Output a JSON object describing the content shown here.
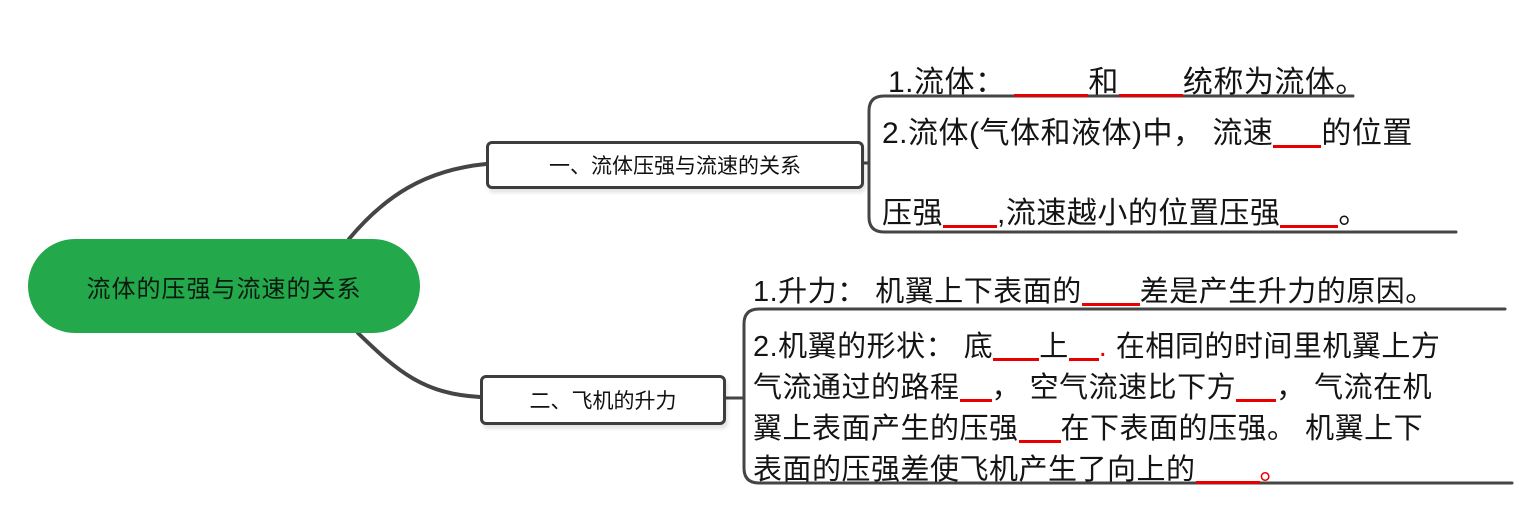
{
  "root": {
    "label": "流体的压强与流速的关系"
  },
  "branches": [
    {
      "label": "一、流体压强与流速的关系",
      "children": [
        {
          "lines": [
            [
              {
                "text": "1.流体： "
              },
              {
                "blank": 74
              },
              {
                "text": "和"
              },
              {
                "blank": 64
              },
              {
                "text": "统称为流体。"
              }
            ]
          ]
        },
        {
          "lines": [
            [
              {
                "text": "2.流体(气体和液体)中， 流速"
              },
              {
                "blank": 48
              },
              {
                "text": "的位置"
              }
            ],
            [
              {
                "text": "压强"
              },
              {
                "blank": 54
              },
              {
                "text": ",流速越小的位置压强"
              },
              {
                "blank": 58
              },
              {
                "text": "。"
              }
            ]
          ]
        }
      ]
    },
    {
      "label": "二、飞机的升力",
      "children": [
        {
          "lines": [
            [
              {
                "text": "1.升力： 机翼上下表面的"
              },
              {
                "blank": 58
              },
              {
                "text": "差是产生升力的原因。"
              }
            ]
          ]
        },
        {
          "lines": [
            [
              {
                "text": "2.机翼的形状： 底"
              },
              {
                "blank": 46
              },
              {
                "text": "上"
              },
              {
                "blank": 30
              },
              {
                "text": ".",
                "red": true
              },
              {
                "text": " 在相同的时间里机翼上方"
              }
            ],
            [
              {
                "text": "气流通过的路程"
              },
              {
                "blank": 32
              },
              {
                "text": "， 空气流速比下方"
              },
              {
                "blank": 40
              },
              {
                "text": "， 气流在机"
              }
            ],
            [
              {
                "text": "翼上表面产生的压强"
              },
              {
                "blank": 42
              },
              {
                "text": "在下表面的压强。 机翼上下"
              }
            ],
            [
              {
                "text": "表面的压强差使飞机产生了向上的"
              },
              {
                "blank": 64
              },
              {
                "text": "。",
                "red": true
              }
            ]
          ]
        }
      ]
    }
  ],
  "colors": {
    "root_green": "#23a84b",
    "connector_gray": "#454545",
    "blank_red": "#e80000"
  }
}
